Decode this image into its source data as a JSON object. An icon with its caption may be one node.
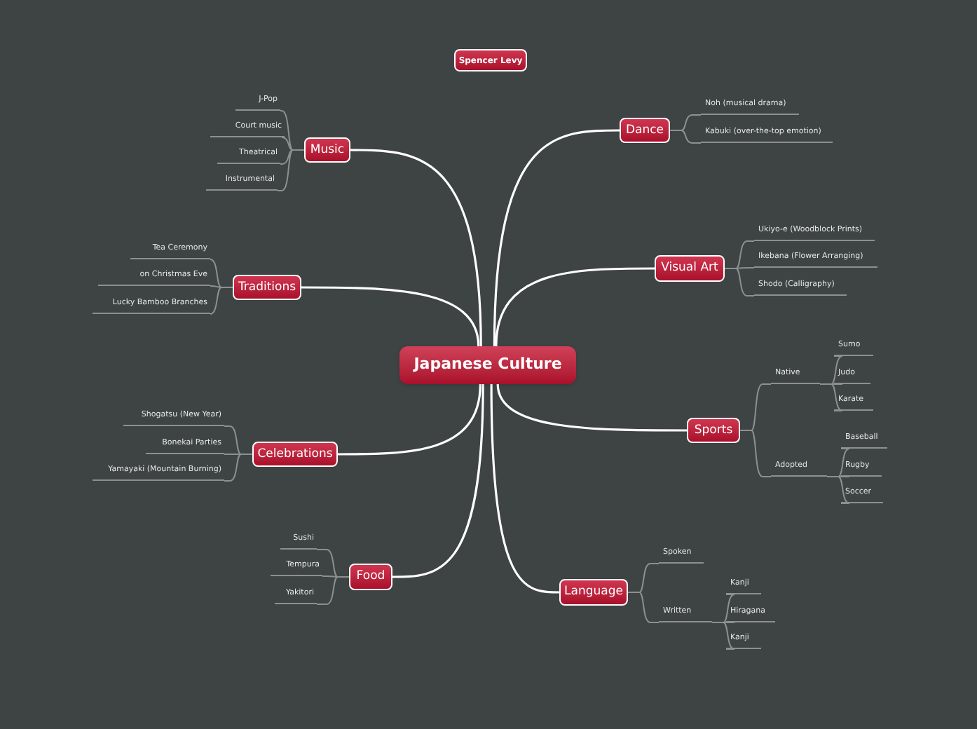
{
  "diagram": {
    "nodes": [
      {
        "text": [
          "Spencer Levy"
        ]
      },
      {
        "text": [
          "Japanese Culture"
        ]
      },
      {
        "text": [
          "Music"
        ]
      },
      {
        "text": [
          "J-Pop"
        ]
      },
      {
        "text": [
          "Court music"
        ]
      },
      {
        "text": [
          "Theatrical"
        ]
      },
      {
        "text": [
          "Instrumental"
        ]
      },
      {
        "text": [
          "Traditions"
        ]
      },
      {
        "text": [
          "Tea Ceremony"
        ]
      },
      {
        "text": [
          "on Christmas Eve"
        ]
      },
      {
        "text": [
          "Lucky Bamboo Branches"
        ]
      },
      {
        "text": [
          "Celebrations"
        ]
      },
      {
        "text": [
          "Shogatsu (New Year)"
        ]
      },
      {
        "text": [
          "Bonekai Parties"
        ]
      },
      {
        "text": [
          "Yamayaki (Mountain Burning)"
        ]
      },
      {
        "text": [
          "Food"
        ]
      },
      {
        "text": [
          "Sushi"
        ]
      },
      {
        "text": [
          "Tempura"
        ]
      },
      {
        "text": [
          "Yakitori"
        ]
      },
      {
        "text": [
          "Dance"
        ]
      },
      {
        "text": [
          "Noh (musical drama)"
        ]
      },
      {
        "text": [
          "Kabuki (over-the-top emotion)"
        ]
      },
      {
        "text": [
          "Visual Art"
        ]
      },
      {
        "text": [
          "Ukiyo-e (Woodblock Prints)"
        ]
      },
      {
        "text": [
          "Ikebana (Flower Arranging)"
        ]
      },
      {
        "text": [
          "Shodo (Calligraphy)"
        ]
      },
      {
        "text": [
          "Sports"
        ]
      },
      {
        "text": [
          "Native"
        ]
      },
      {
        "text": [
          "Sumo"
        ]
      },
      {
        "text": [
          "Judo"
        ]
      },
      {
        "text": [
          "Karate"
        ]
      },
      {
        "text": [
          "Adopted"
        ]
      },
      {
        "text": [
          "Baseball"
        ]
      },
      {
        "text": [
          "Rugby"
        ]
      },
      {
        "text": [
          "Soccer"
        ]
      },
      {
        "text": [
          "Language"
        ]
      },
      {
        "text": [
          "Spoken"
        ]
      },
      {
        "text": [
          "Written"
        ]
      },
      {
        "text": [
          "Kanji"
        ]
      },
      {
        "text": [
          "Hiragana"
        ]
      },
      {
        "text": [
          "Kanji"
        ]
      }
    ],
    "edges": [
      {
        "from": 1,
        "to": 2,
        "arrow": "none",
        "color": "#ffffff"
      },
      {
        "from": 1,
        "to": 7,
        "arrow": "none",
        "color": "#ffffff"
      },
      {
        "from": 1,
        "to": 11,
        "arrow": "none",
        "color": "#ffffff"
      },
      {
        "from": 1,
        "to": 15,
        "arrow": "none",
        "color": "#ffffff"
      },
      {
        "from": 1,
        "to": 19,
        "arrow": "none",
        "color": "#ffffff"
      },
      {
        "from": 1,
        "to": 22,
        "arrow": "none",
        "color": "#ffffff"
      },
      {
        "from": 1,
        "to": 26,
        "arrow": "none",
        "color": "#ffffff"
      },
      {
        "from": 1,
        "to": 35,
        "arrow": "none",
        "color": "#ffffff"
      },
      {
        "from": 2,
        "to": 3,
        "arrow": "none"
      },
      {
        "from": 2,
        "to": 4,
        "arrow": "none"
      },
      {
        "from": 2,
        "to": 5,
        "arrow": "none"
      },
      {
        "from": 2,
        "to": 6,
        "arrow": "none"
      },
      {
        "from": 7,
        "to": 8,
        "arrow": "none"
      },
      {
        "from": 7,
        "to": 9,
        "arrow": "none"
      },
      {
        "from": 7,
        "to": 10,
        "arrow": "none"
      },
      {
        "from": 11,
        "to": 12,
        "arrow": "none"
      },
      {
        "from": 11,
        "to": 13,
        "arrow": "none"
      },
      {
        "from": 11,
        "to": 14,
        "arrow": "none"
      },
      {
        "from": 15,
        "to": 16,
        "arrow": "none"
      },
      {
        "from": 15,
        "to": 17,
        "arrow": "none"
      },
      {
        "from": 15,
        "to": 18,
        "arrow": "none"
      },
      {
        "from": 19,
        "to": 20,
        "arrow": "none"
      },
      {
        "from": 19,
        "to": 21,
        "arrow": "none"
      },
      {
        "from": 22,
        "to": 23,
        "arrow": "none"
      },
      {
        "from": 22,
        "to": 24,
        "arrow": "none"
      },
      {
        "from": 22,
        "to": 25,
        "arrow": "none"
      },
      {
        "from": 26,
        "to": 27,
        "arrow": "none"
      },
      {
        "from": 27,
        "to": 28,
        "arrow": "none"
      },
      {
        "from": 27,
        "to": 29,
        "arrow": "none"
      },
      {
        "from": 27,
        "to": 30,
        "arrow": "none"
      },
      {
        "from": 26,
        "to": 31,
        "arrow": "none"
      },
      {
        "from": 31,
        "to": 32,
        "arrow": "none"
      },
      {
        "from": 31,
        "to": 33,
        "arrow": "none"
      },
      {
        "from": 31,
        "to": 34,
        "arrow": "none"
      },
      {
        "from": 35,
        "to": 36,
        "arrow": "none"
      },
      {
        "from": 35,
        "to": 37,
        "arrow": "none"
      },
      {
        "from": 37,
        "to": 38,
        "arrow": "none"
      },
      {
        "from": 37,
        "to": 39,
        "arrow": "none"
      },
      {
        "from": 37,
        "to": 40,
        "arrow": "none"
      }
    ]
  }
}
